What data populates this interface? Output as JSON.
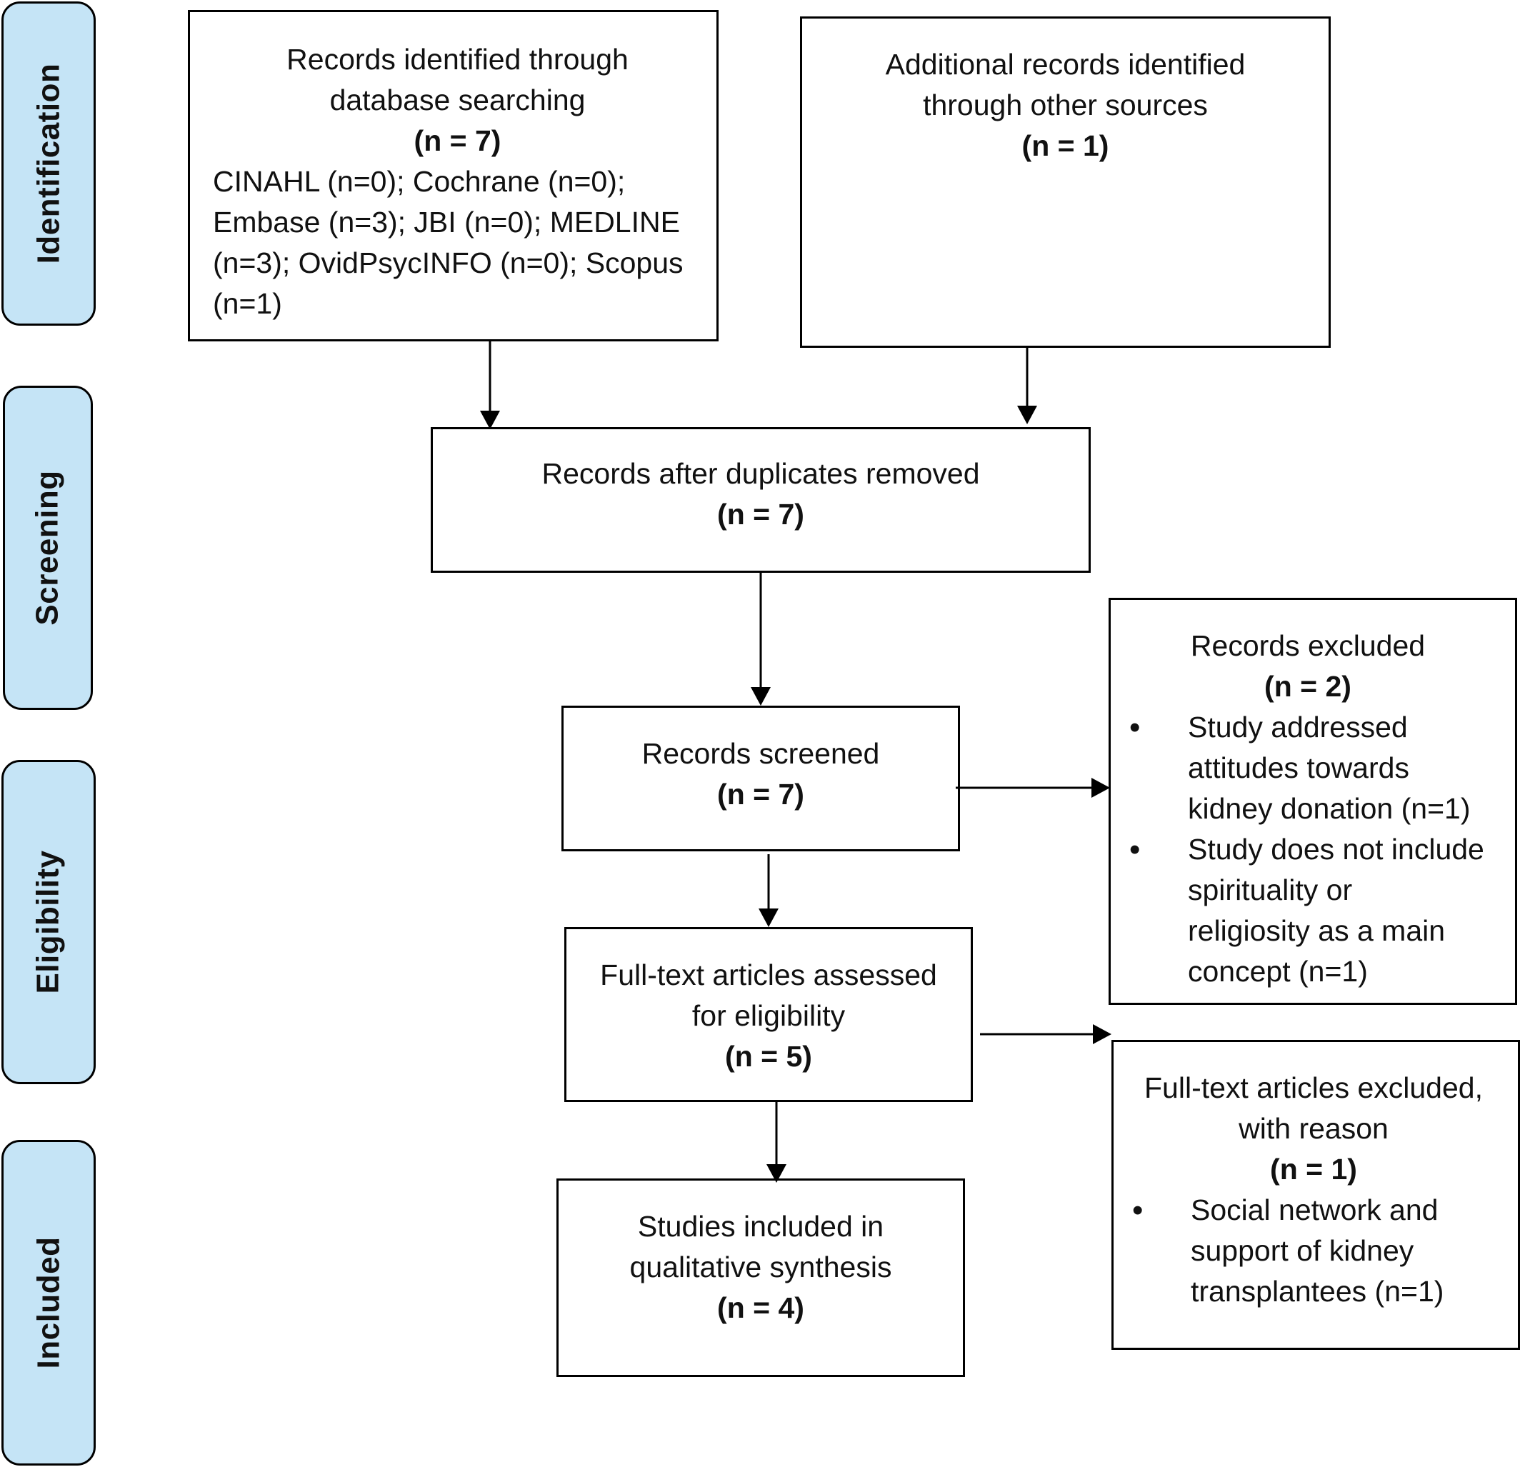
{
  "stages": {
    "identification": "Identification",
    "screening": "Screening",
    "eligibility": "Eligibility",
    "included": "Included"
  },
  "boxes": {
    "database_search": {
      "title_lines": [
        "Records identified through",
        "database searching"
      ],
      "count": "(n = 7)",
      "detail_lines": [
        "CINAHL (n=0); Cochrane (n=0);",
        "Embase (n=3); JBI (n=0); MEDLINE",
        "(n=3); OvidPsycINFO (n=0); Scopus",
        "(n=1)"
      ]
    },
    "other_sources": {
      "title_lines": [
        "Additional records identified",
        "through other sources"
      ],
      "count": "(n = 1)"
    },
    "duplicates_removed": {
      "title_lines": [
        "Records after duplicates removed"
      ],
      "count": "(n = 7)"
    },
    "screened": {
      "title_lines": [
        "Records screened"
      ],
      "count": "(n = 7)"
    },
    "records_excluded": {
      "title_lines": [
        "Records excluded"
      ],
      "count": "(n = 2)",
      "bullets": [
        [
          "Study addressed",
          "attitudes towards",
          "kidney donation (n=1)"
        ],
        [
          "Study does not include",
          "spirituality or",
          "religiosity as a main",
          "concept (n=1)"
        ]
      ]
    },
    "fulltext_assessed": {
      "title_lines": [
        "Full-text articles assessed",
        "for eligibility"
      ],
      "count": "(n = 5)"
    },
    "fulltext_excluded": {
      "title_lines": [
        "Full-text articles excluded,",
        "with reason"
      ],
      "count": "(n = 1)",
      "bullets": [
        [
          "Social network and",
          "support of kidney",
          "transplantees (n=1)"
        ]
      ]
    },
    "included_studies": {
      "title_lines": [
        "Studies included in",
        "qualitative synthesis"
      ],
      "count": "(n = 4)"
    }
  }
}
